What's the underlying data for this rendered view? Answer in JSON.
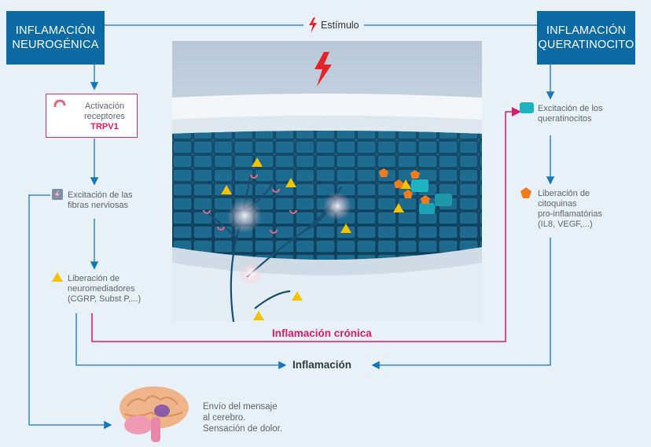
{
  "header": {
    "left_title_line1": "INFLAMACIÓN",
    "left_title_line2": "NEUROGÉNICA",
    "right_title_line1": "INFLAMACIÓN",
    "right_title_line2": "QUERATINOCITO",
    "stimulus_label": "Estímulo"
  },
  "neurogenic_path": {
    "step1_line1": "Activación",
    "step1_line2": "receptores",
    "step1_highlight": "TRPV1",
    "step2_line1": "Excitación de las",
    "step2_line2": "fibras nerviosas",
    "step3_line1": "Liberación de",
    "step3_line2": "neuromediadores",
    "step3_line3": "(CGRP, Subst P,...)"
  },
  "keratinocyte_path": {
    "step1_line1": "Excitación de los",
    "step1_line2": "queratinocitos",
    "step2_line1": "Liberación de",
    "step2_line2": "citoquinas",
    "step2_line3": "pro-inflamatórias",
    "step2_line4": "(IL8, VEGF,...)"
  },
  "outcomes": {
    "chronic_label": "Inflamación crónica",
    "inflammation_label": "Inflamación",
    "brain_line1": "Envío del mensaje",
    "brain_line2": "al cerebro.",
    "brain_line3": "Sensación de dolor."
  },
  "colors": {
    "header_blue": "#0e6aa3",
    "arrow_blue": "#1678b8",
    "chronic_pink": "#d81b6b",
    "marker_yellow": "#f2c300",
    "marker_orange": "#f07d1c",
    "marker_teal": "#1fb3c2"
  }
}
